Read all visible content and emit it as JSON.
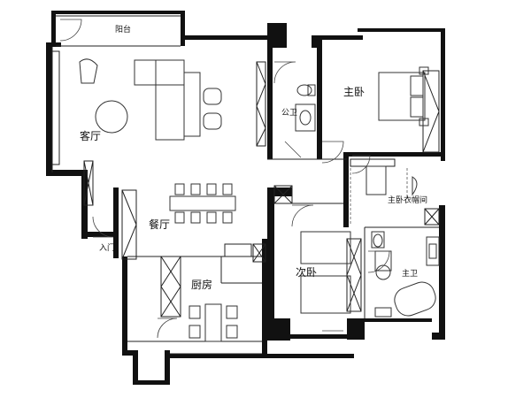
{
  "floorplan": {
    "rooms": {
      "balcony": "阳台",
      "living_room": "客厅",
      "dining_room": "餐厅",
      "kitchen": "厨房",
      "entrance": "入门",
      "public_bath": "公卫",
      "master_bedroom": "主卧",
      "master_closet": "主卧衣帽间",
      "second_bedroom": "次卧",
      "master_bath": "主卫"
    }
  }
}
